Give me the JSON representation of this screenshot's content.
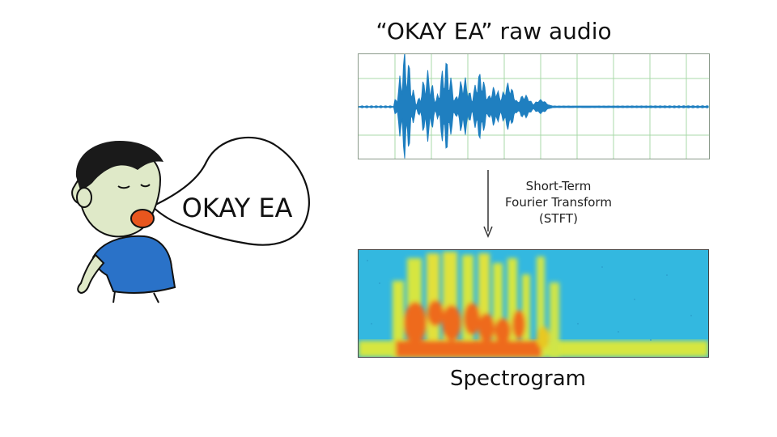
{
  "speech_bubble": {
    "text": "OKAY EA"
  },
  "waveform": {
    "title": "“OKAY EA” raw audio",
    "color": "#1f7fc0",
    "grid_color": "#a8d8a8"
  },
  "transform": {
    "line1": "Short-Term",
    "line2": "Fourier Transform",
    "line3": "(STFT)"
  },
  "spectrogram": {
    "title": "Spectrogram",
    "colors": {
      "background": "#33b8e0",
      "low": "#d6e640",
      "mid": "#e8c820",
      "high": "#ee6a1e"
    }
  },
  "illustration": {
    "skin_color": "#dfe9c8",
    "shirt_color": "#2a72c8",
    "hair_color": "#1a1a1a",
    "mouth_color": "#e8561e"
  }
}
